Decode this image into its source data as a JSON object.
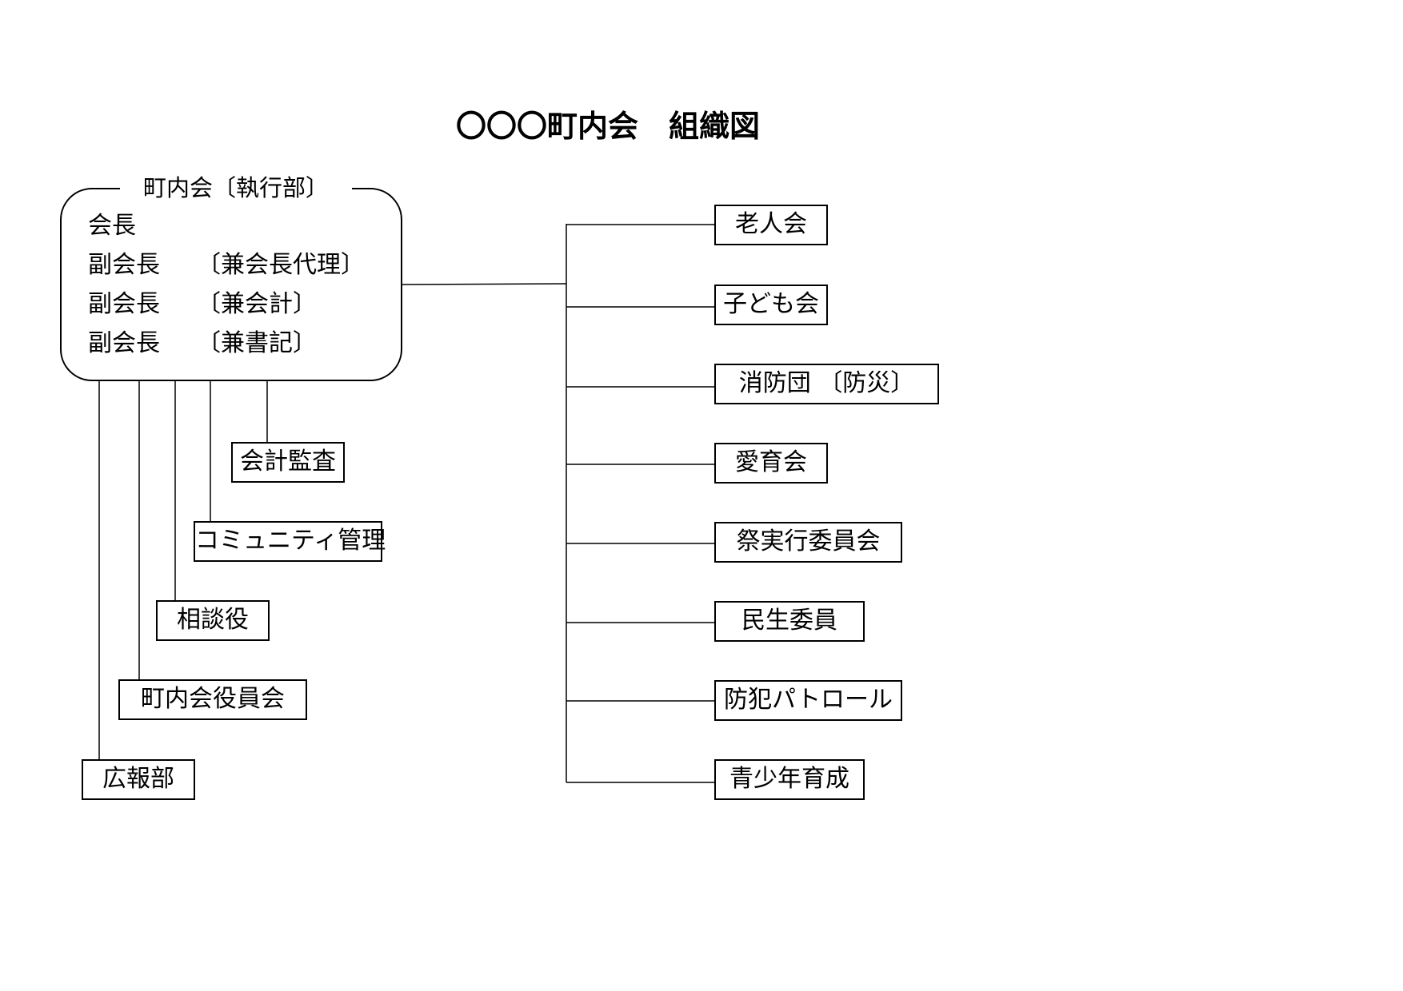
{
  "page": {
    "title": "〇〇〇町内会　組織図"
  },
  "executive": {
    "label": "町内会〔執行部〕",
    "roles": [
      {
        "name": "会長",
        "note": ""
      },
      {
        "name": "副会長",
        "note": "〔兼会長代理〕"
      },
      {
        "name": "副会長",
        "note": "〔兼会計〕"
      },
      {
        "name": "副会長",
        "note": "〔兼書記〕"
      }
    ]
  },
  "left_branches": [
    "会計監査",
    "コミュニティ管理",
    "相談役",
    "町内会役員会",
    "広報部"
  ],
  "right_branches": [
    "老人会",
    "子ども会",
    "消防団 〔防災〕",
    "愛育会",
    "祭実行委員会",
    "民生委員",
    "防犯パトロール",
    "青少年育成"
  ]
}
